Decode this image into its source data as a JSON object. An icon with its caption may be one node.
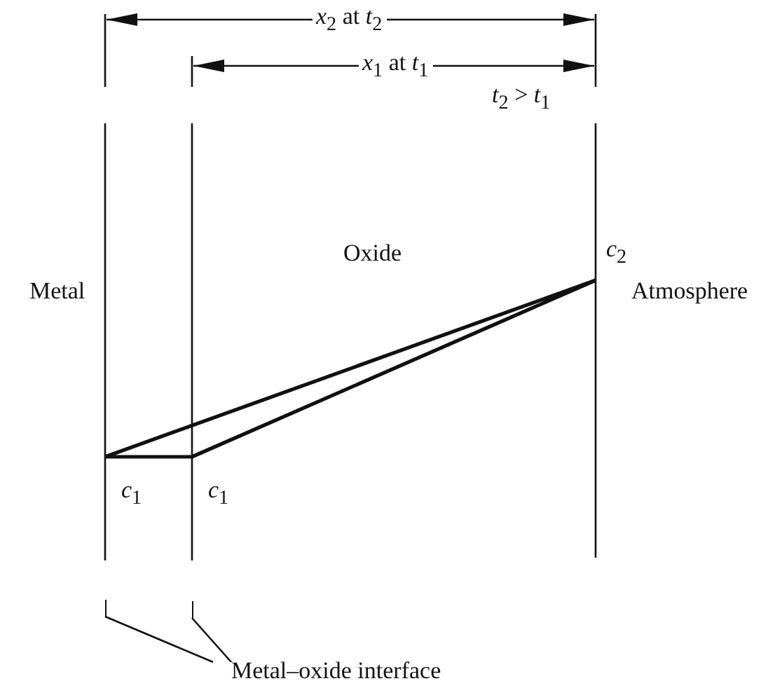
{
  "diagram": {
    "nodes": [
      {
        "text": [
          "Metal–oxide interface"
        ]
      },
      {
        "text": [],
        "shape": "bar"
      },
      {
        "text": [],
        "shape": "bar"
      }
    ],
    "edges": [
      {
        "from": 0,
        "to": 1,
        "arrow": "none"
      },
      {
        "from": 0,
        "to": 2,
        "arrow": "none"
      }
    ],
    "labels": [
      "*x*$_{2}$ at *t*$_{2}$",
      "*x*$_{1}$ at *t*$_{1}$",
      "*t*$_{2}$ > *t*$_{1}$",
      "Metal",
      "Oxide",
      "*c*$_{2}$",
      "Atmosphere",
      "*c*$_{1}$",
      "*c*$_{1}$"
    ]
  }
}
